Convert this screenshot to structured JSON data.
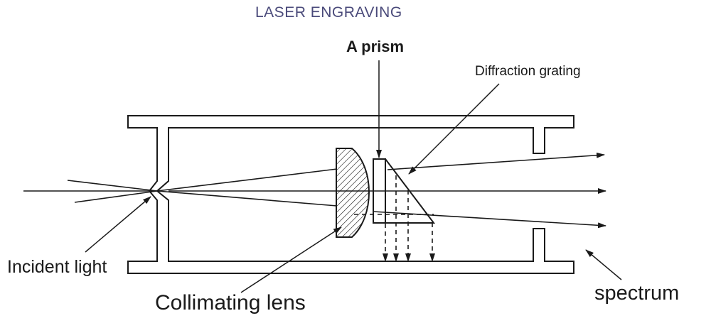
{
  "title": "LASER ENGRAVING",
  "labels": {
    "prism": "A prism",
    "grating": "Diffraction grating",
    "incident": "Incident light",
    "lens": "Collimating lens",
    "spectrum": "spectrum"
  },
  "colors": {
    "line": "#1a1a1a",
    "title": "#4a4a7a",
    "background": "#ffffff"
  }
}
